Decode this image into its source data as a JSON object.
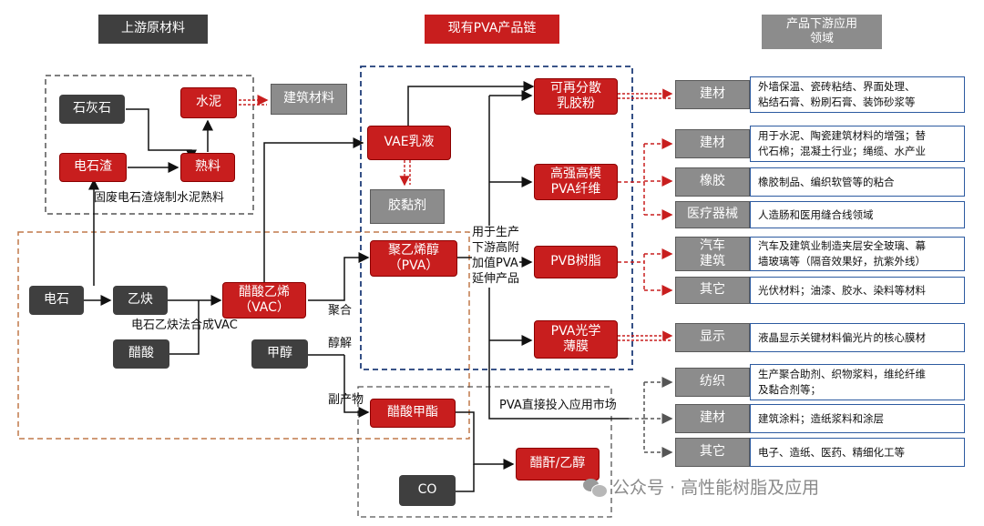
{
  "headers": {
    "upstream": "上游原材料",
    "chain": "现有PVA产品链",
    "downstream": "产品下游应用\n领域"
  },
  "nodes": {
    "limestone": "石灰石",
    "cement": "水泥",
    "carbide_slag": "电石渣",
    "clinker": "熟料",
    "building_materials": "建筑材料",
    "calcium_carbide": "电石",
    "acetylene": "乙炔",
    "acetic_acid": "醋酸",
    "vac": "醋酸乙烯\n（VAC）",
    "methanol": "甲醇",
    "vae": "VAE乳液",
    "adhesive": "胶黏剂",
    "pva": "聚乙烯醇\n（PVA）",
    "methyl_acetate": "醋酸甲酯",
    "co": "CO",
    "anhydride": "醋酐/乙醇",
    "rdp": "可再分散\n乳胶粉",
    "fiber": "高强高模\nPVA纤维",
    "pvb": "PVB树脂",
    "film": "PVA光学\n薄膜"
  },
  "labels": {
    "cement_clinker": "固废电石渣烧制水泥熟料",
    "vac_synthesis": "电石乙炔法合成VAC",
    "polymerization": "聚合",
    "alcoholysis": "醇解",
    "byproduct": "副产物",
    "downstream_use": "用于生产\n下游高附\n加值PVA\n延伸产品",
    "direct_market": "PVA直接投入应用市场"
  },
  "applications": [
    {
      "field": "建材",
      "desc": "外墙保温、瓷砖粘结、界面处理、\n粘结石膏、粉刷石膏、装饰砂浆等"
    },
    {
      "field": "建材",
      "desc": "用于水泥、陶瓷建筑材料的增强；替\n代石棉；混凝土行业；绳缆、水产业"
    },
    {
      "field": "橡胶",
      "desc": "橡胶制品、编织软管等的粘合"
    },
    {
      "field": "医疗器械",
      "desc": "人造肠和医用缝合线领域"
    },
    {
      "field": "汽车\n建筑",
      "desc": "汽车及建筑业制造夹层安全玻璃、幕\n墙玻璃等（隔音效果好，抗紫外线）"
    },
    {
      "field": "其它",
      "desc": "光伏材料；油漆、胶水、染料等材料"
    },
    {
      "field": "显示",
      "desc": "液晶显示关键材料偏光片的核心膜材"
    },
    {
      "field": "纺织",
      "desc": "生产聚合助剂、织物浆料，维纶纤维\n及黏合剂等；"
    },
    {
      "field": "建材",
      "desc": "建筑涂料；造纸浆料和涂层"
    },
    {
      "field": "其它",
      "desc": "电子、造纸、医药、精细化工等"
    }
  ],
  "watermark": "公众号 · 高性能树脂及应用",
  "colors": {
    "accent_red": "#c81e1e",
    "dark": "#3f3f3f",
    "gray": "#8c8c8c",
    "blue_border": "#2c5aa0",
    "orange_dash": "#c0784a"
  }
}
